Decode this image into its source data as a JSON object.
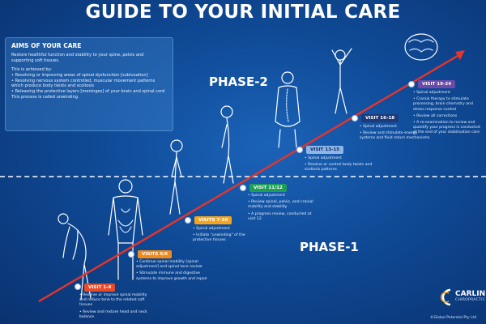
{
  "title": "GUIDE TO YOUR INITIAL CARE",
  "aims": {
    "heading": "AIMS OF YOUR CARE",
    "intro": "Restore healthful function and stability to your spine, pelvis and supporting soft tissues.",
    "achieved_by": "This is achieved by:",
    "bullets": [
      "Resolving or improving areas of spinal dysfunction [subluxation]",
      "Resolving nervous system controlled, muscular movement patterns which produce body twists and scoliosis",
      "Releasing the protective layers [meninges] of your brain and spinal cord"
    ],
    "outro": "This process is called unwinding."
  },
  "phases": {
    "phase2": "PHASE-2",
    "phase1": "PHASE-1"
  },
  "visits": [
    {
      "label": "VISIT 1-4",
      "color": "#e84a2a",
      "notes": [
        "Resolve or improve spinal mobility and reduce tone to the related soft tissues",
        "Review and restore head and neck balance"
      ]
    },
    {
      "label": "VISITS 5/6",
      "color": "#f08a1c",
      "notes": [
        "Continue spinal mobility [spinal adjustment] and spinal tone review",
        "Stimulate immune and digestive systems to improve growth and repair"
      ]
    },
    {
      "label": "VISITS 7-10",
      "color": "#f5a51c",
      "notes": [
        "Spinal adjustment",
        "Initiate \"unwinding\" of the protective tissues"
      ]
    },
    {
      "label": "VISIT 11/12",
      "color": "#1f9e5a",
      "notes": [
        "Spinal adjustment",
        "Review spinal, pelvic, and cranial mobility and stability",
        "A progress review, conducted at visit 12"
      ]
    },
    {
      "label": "VISIT 13-15",
      "color": "#8fb4e8",
      "notes": [
        "Spinal adjustment",
        "Resolve or control body twists and scoliosis patterns"
      ]
    },
    {
      "label": "VISIT 16-18",
      "color": "#1e3a78",
      "notes": [
        "Spinal adjustment",
        "Review and stimulate energy systems and fluid return mechanisms"
      ]
    },
    {
      "label": "VISIT 19-24",
      "color": "#6b4aa8",
      "notes": [
        "Spinal adjustment",
        "Cranial therapy to stimulate processing, brain chemistry and stress response control",
        "Review all corrections",
        "A re-examination to review and quantify your progress is conducted at the end of your stabilisation care"
      ]
    }
  ],
  "logo": {
    "name": "CARLIN",
    "sub": "CHIROPRACTIC"
  },
  "copyright": "©Global Potential Pty Ltd",
  "colors": {
    "arrow": "#e8342a",
    "accent": "#ffffff"
  }
}
